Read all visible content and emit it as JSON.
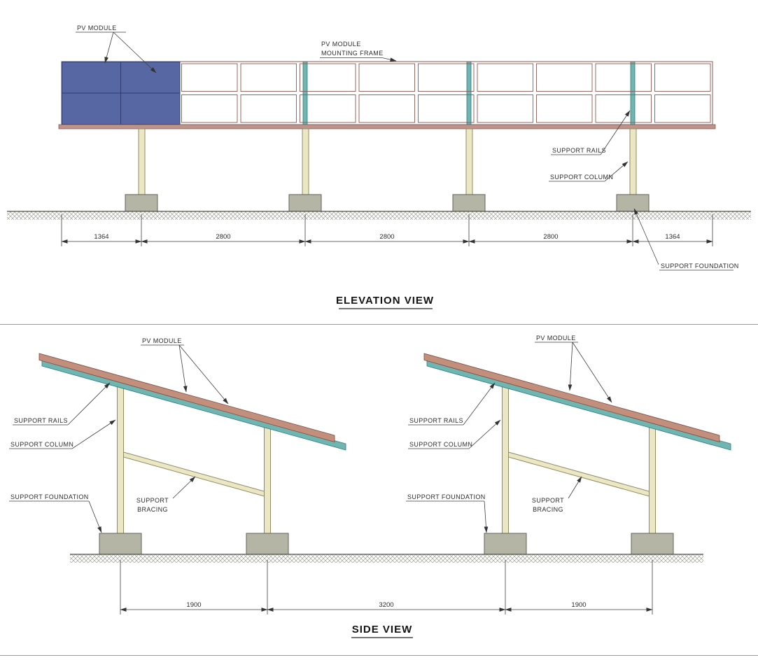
{
  "colors": {
    "frame": "#8c5a52",
    "panel_blue": "#5767a3",
    "panel_blue_dark": "#2f3b70",
    "column_fill": "#ebe7c4",
    "column_stroke": "#8f8c62",
    "rail_teal": "#6fb5b2",
    "rail_teal_dark": "#2f7b78",
    "module_fill": "#c18f7c",
    "module_stroke": "#7d4b3d",
    "foundation_fill": "#b5b5a5",
    "foundation_stroke": "#62625a",
    "text": "#2b2b2b"
  },
  "elevation": {
    "title": "ELEVATION VIEW",
    "labels": {
      "pv_module": "PV MODULE",
      "mounting_frame_1": "PV MODULE",
      "mounting_frame_2": "MOUNTING FRAME",
      "support_rails": "SUPPORT RAILS",
      "support_column": "SUPPORT COLUMN",
      "support_foundation": "SUPPORT FOUNDATION"
    },
    "dims": [
      "1364",
      "2800",
      "2800",
      "2800",
      "1364"
    ]
  },
  "side": {
    "title": "SIDE VIEW",
    "labels": {
      "pv_module": "PV MODULE",
      "support_rails": "SUPPORT RAILS",
      "support_column": "SUPPORT COLUMN",
      "support_foundation": "SUPPORT FOUNDATION",
      "support_bracing_1": "SUPPORT",
      "support_bracing_2": "BRACING"
    },
    "dims": [
      "1900",
      "3200",
      "1900"
    ]
  }
}
